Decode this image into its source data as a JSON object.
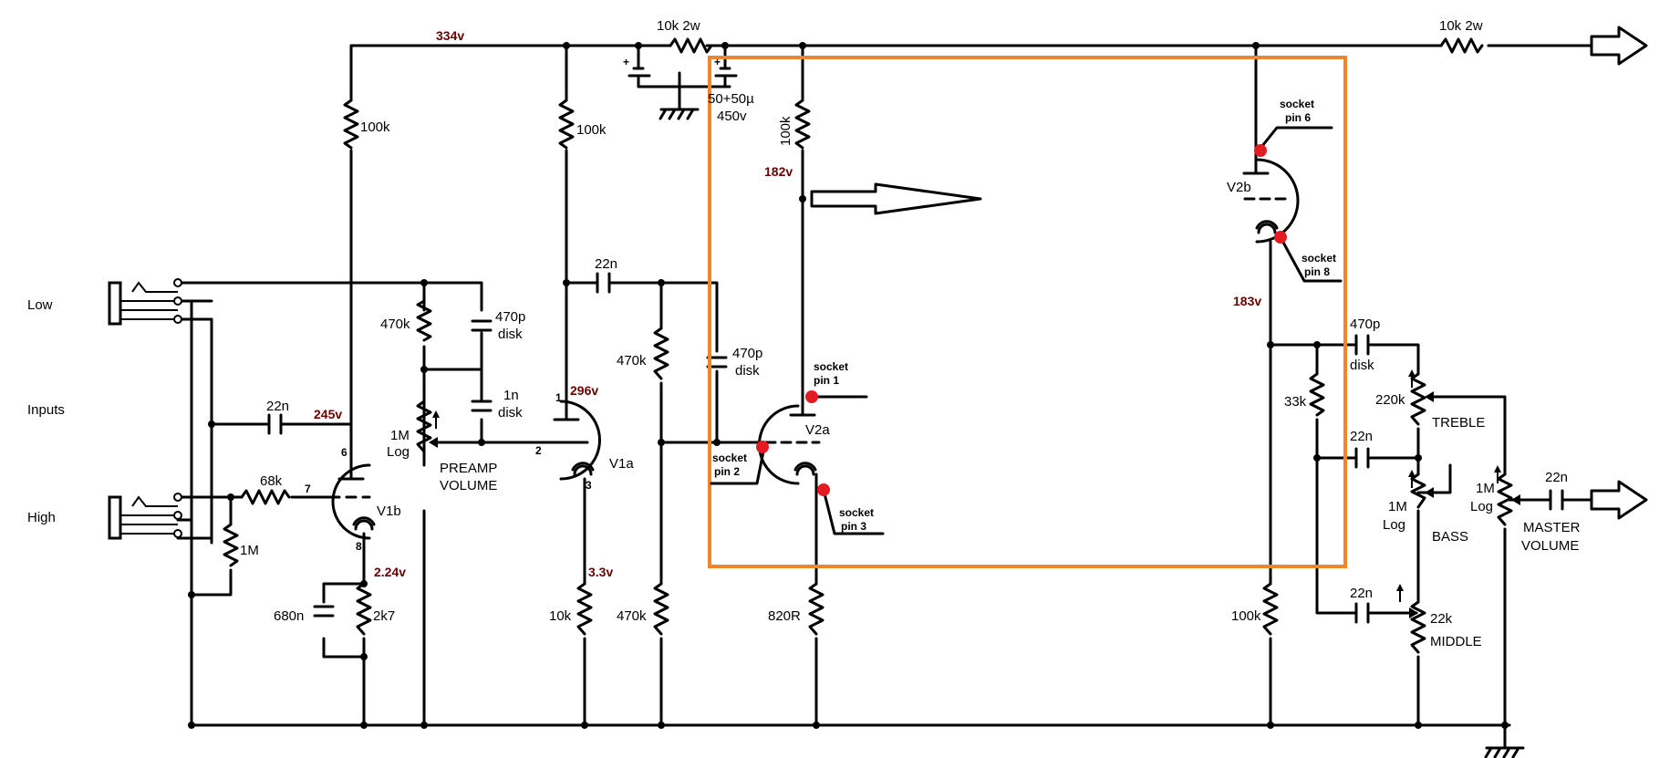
{
  "voltages": {
    "b_plus": "334v",
    "v1b_plate": "245v",
    "v1a_plate": "296v",
    "v2a_plate": "182v",
    "v2b_cathode": "183v",
    "v1b_cathode": "2.24v",
    "v1a_cathode": "3.3v"
  },
  "components": {
    "r_supply1": "10k 2w",
    "r_supply2": "10k 2w",
    "cap_supply_1": "50+50µ",
    "cap_supply_2": "450v",
    "r_v1b_plate": "100k",
    "r_v1a_plate": "100k",
    "r_v2a_plate": "100k",
    "c_couple1": "22n",
    "c_couple2": "22n",
    "c_couple3": "22n",
    "r_470k_a": "470k",
    "c_470p_a1": "470p",
    "c_470p_a2": "disk",
    "c_1n_1": "1n",
    "c_1n_2": "disk",
    "pot_volume_1": "1M",
    "pot_volume_2": "Log",
    "pot_volume_3": "PREAMP",
    "pot_volume_4": "VOLUME",
    "r_grid_stop": "68k",
    "r_1m": "1M",
    "c_680n": "680n",
    "r_2k7": "2k7",
    "r_470k_b": "470k",
    "r_470k_c": "470k",
    "c_470p_b1": "470p",
    "c_470p_b2": "disk",
    "r_10k": "10k",
    "r_820r": "820R",
    "r_100k_cf": "100k",
    "r_33k": "33k",
    "c_470p_c1": "470p",
    "c_470p_c2": "disk",
    "pot_treble_val": "220k",
    "pot_treble_name": "TREBLE",
    "c_22n_bass": "22n",
    "pot_bass_1": "1M",
    "pot_bass_2": "Log",
    "pot_bass_name": "BASS",
    "c_22n_mid": "22n",
    "pot_mid_val": "22k",
    "pot_mid_name": "MIDDLE",
    "pot_master_1": "1M",
    "pot_master_2": "Log",
    "pot_master_name_1": "MASTER",
    "pot_master_name_2": "VOLUME",
    "c_22n_out": "22n"
  },
  "tubes": {
    "v1b": "V1b",
    "v1a": "V1a",
    "v2a": "V2a",
    "v2b": "V2b"
  },
  "pins": {
    "p6": "6",
    "p7": "7",
    "p8": "8",
    "p1": "1",
    "p2": "2",
    "p3": "3"
  },
  "inputs": {
    "low": "Low",
    "inputs": "Inputs",
    "high": "High"
  },
  "sockets": {
    "s1a": "socket",
    "s1b": "pin 1",
    "s2a": "socket",
    "s2b": "pin 2",
    "s3a": "socket",
    "s3b": "pin 3",
    "s6a": "socket",
    "s6b": "pin 6",
    "s8a": "socket",
    "s8b": "pin 8"
  },
  "colors": {
    "highlight_box": "#f0862a",
    "marker": "#e31b23",
    "voltage_text": "#6b0000"
  }
}
